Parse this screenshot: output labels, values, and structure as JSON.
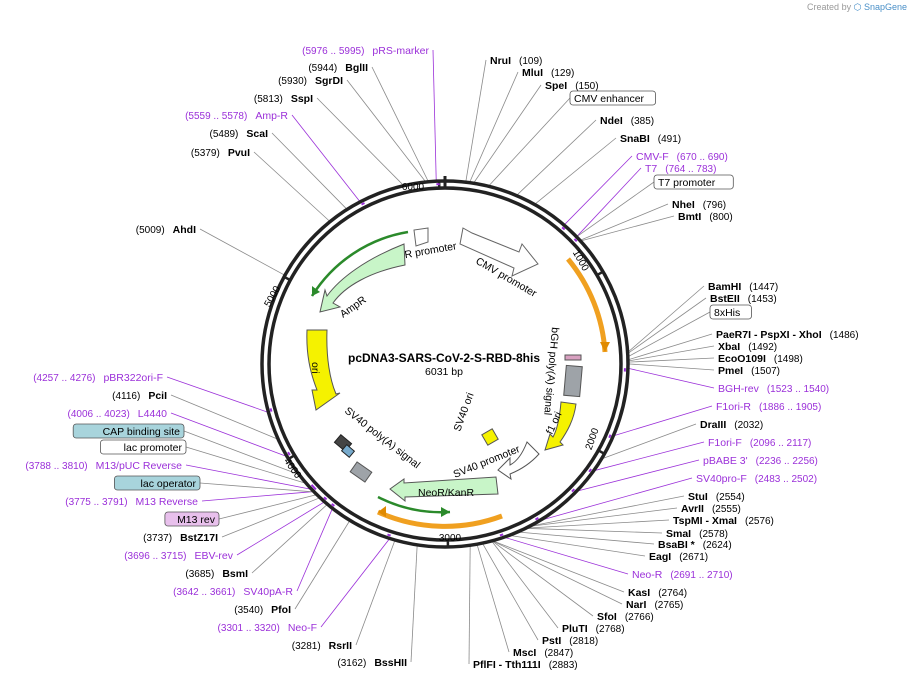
{
  "credit": {
    "prefix": "Created by",
    "brand": "SnapGene"
  },
  "plasmid": {
    "name": "pcDNA3-SARS-CoV-2-S-RBD-8his",
    "size": "6031 bp",
    "length": 6031
  },
  "ticks": [
    "1000",
    "2000",
    "3000",
    "4000",
    "5000",
    "6000"
  ],
  "colors": {
    "primer": "#9b30d9",
    "ring": "#222222",
    "promoter": "#ffffff",
    "resistance": "#c8f5c8",
    "origin": "#f5f200",
    "polyA": "#9ea3a8",
    "orf": "#ffb040"
  },
  "labels": [
    {
      "t": "enzyme",
      "name": "NruI",
      "pos": "(109)"
    },
    {
      "t": "enzyme",
      "name": "MluI",
      "pos": "(129)"
    },
    {
      "t": "enzyme",
      "name": "SpeI",
      "pos": "(150)"
    },
    {
      "t": "feature",
      "name": "CMV enhancer",
      "pos": ""
    },
    {
      "t": "enzyme",
      "name": "NdeI",
      "pos": "(385)"
    },
    {
      "t": "enzyme",
      "name": "SnaBI",
      "pos": "(491)"
    },
    {
      "t": "primer",
      "name": "CMV-F",
      "pos": "(670 .. 690)"
    },
    {
      "t": "primer",
      "name": "T7",
      "pos": "(764 .. 783)"
    },
    {
      "t": "feature",
      "name": "T7 promoter",
      "pos": ""
    },
    {
      "t": "enzyme",
      "name": "NheI",
      "pos": "(796)"
    },
    {
      "t": "enzyme",
      "name": "BmtI",
      "pos": "(800)"
    },
    {
      "t": "enzyme",
      "name": "BamHI",
      "pos": "(1447)"
    },
    {
      "t": "enzyme",
      "name": "BstEII",
      "pos": "(1453)"
    },
    {
      "t": "feature",
      "name": "8xHis",
      "pos": ""
    },
    {
      "t": "enzyme",
      "name": "PaeR7I - PspXI - XhoI",
      "pos": "(1486)"
    },
    {
      "t": "enzyme",
      "name": "XbaI",
      "pos": "(1492)"
    },
    {
      "t": "enzyme",
      "name": "EcoO109I",
      "pos": "(1498)"
    },
    {
      "t": "enzyme",
      "name": "PmeI",
      "pos": "(1507)"
    },
    {
      "t": "primer",
      "name": "BGH-rev",
      "pos": "(1523 .. 1540)"
    },
    {
      "t": "primer",
      "name": "F1ori-R",
      "pos": "(1886 .. 1905)"
    },
    {
      "t": "enzyme",
      "name": "DraIII",
      "pos": "(2032)"
    },
    {
      "t": "primer",
      "name": "F1ori-F",
      "pos": "(2096 .. 2117)"
    },
    {
      "t": "primer",
      "name": "pBABE 3'",
      "pos": "(2236 .. 2256)"
    },
    {
      "t": "primer",
      "name": "SV40pro-F",
      "pos": "(2483 .. 2502)"
    },
    {
      "t": "enzyme",
      "name": "StuI",
      "pos": "(2554)"
    },
    {
      "t": "enzyme",
      "name": "AvrII",
      "pos": "(2555)"
    },
    {
      "t": "enzyme",
      "name": "TspMI - XmaI",
      "pos": "(2576)"
    },
    {
      "t": "enzyme",
      "name": "SmaI",
      "pos": "(2578)"
    },
    {
      "t": "enzyme",
      "name": "BsaBI *",
      "pos": "(2624)"
    },
    {
      "t": "enzyme",
      "name": "EagI",
      "pos": "(2671)"
    },
    {
      "t": "primer",
      "name": "Neo-R",
      "pos": "(2691 .. 2710)"
    },
    {
      "t": "enzyme",
      "name": "KasI",
      "pos": "(2764)"
    },
    {
      "t": "enzyme",
      "name": "NarI",
      "pos": "(2765)"
    },
    {
      "t": "enzyme",
      "name": "SfoI",
      "pos": "(2766)"
    },
    {
      "t": "enzyme",
      "name": "PluTI",
      "pos": "(2768)"
    },
    {
      "t": "enzyme",
      "name": "PstI",
      "pos": "(2818)"
    },
    {
      "t": "enzyme",
      "name": "MscI",
      "pos": "(2847)"
    },
    {
      "t": "enzyme",
      "name": "PflFI - Tth111I",
      "pos": "(2883)"
    },
    {
      "t": "enzyme",
      "name": "BssHII",
      "pos": "(3162)"
    },
    {
      "t": "enzyme",
      "name": "RsrII",
      "pos": "(3281)"
    },
    {
      "t": "primer",
      "name": "Neo-F",
      "pos": "(3301 .. 3320)"
    },
    {
      "t": "enzyme",
      "name": "PfoI",
      "pos": "(3540)"
    },
    {
      "t": "primer",
      "name": "SV40pA-R",
      "pos": "(3642 .. 3661)"
    },
    {
      "t": "enzyme",
      "name": "BsmI",
      "pos": "(3685)"
    },
    {
      "t": "primer",
      "name": "EBV-rev",
      "pos": "(3696 .. 3715)"
    },
    {
      "t": "enzyme",
      "name": "BstZ17I",
      "pos": "(3737)"
    },
    {
      "t": "featureP",
      "name": "M13 rev",
      "pos": ""
    },
    {
      "t": "primer",
      "name": "M13 Reverse",
      "pos": "(3775 .. 3791)"
    },
    {
      "t": "featureB",
      "name": "lac operator",
      "pos": ""
    },
    {
      "t": "primer",
      "name": "M13/pUC Reverse",
      "pos": "(3788 .. 3810)"
    },
    {
      "t": "feature",
      "name": "lac promoter",
      "pos": ""
    },
    {
      "t": "featureB",
      "name": "CAP binding site",
      "pos": ""
    },
    {
      "t": "primer",
      "name": "L4440",
      "pos": "(4006 .. 4023)"
    },
    {
      "t": "enzyme",
      "name": "PciI",
      "pos": "(4116)"
    },
    {
      "t": "primer",
      "name": "pBR322ori-F",
      "pos": "(4257 .. 4276)"
    },
    {
      "t": "enzyme",
      "name": "AhdI",
      "pos": "(5009)"
    },
    {
      "t": "enzyme",
      "name": "PvuI",
      "pos": "(5379)"
    },
    {
      "t": "enzyme",
      "name": "ScaI",
      "pos": "(5489)"
    },
    {
      "t": "primer",
      "name": "Amp-R",
      "pos": "(5559 .. 5578)"
    },
    {
      "t": "enzyme",
      "name": "SspI",
      "pos": "(5813)"
    },
    {
      "t": "enzyme",
      "name": "SgrDI",
      "pos": "(5930)"
    },
    {
      "t": "enzyme",
      "name": "BglII",
      "pos": "(5944)"
    },
    {
      "t": "primer",
      "name": "pRS-marker",
      "pos": "(5976 .. 5995)"
    }
  ],
  "features": {
    "cmv_promoter": "CMV promoter",
    "ampr_promoter": "AmpR promoter",
    "ampr": "AmpR",
    "ori": "ori",
    "bgh": "bGH poly(A) signal",
    "f1ori": "f1 ori",
    "sv40ori": "SV40 ori",
    "sv40promoter": "SV40 promoter",
    "neokan": "NeoR/KanR",
    "sv40polya": "SV40 poly(A) signal"
  }
}
